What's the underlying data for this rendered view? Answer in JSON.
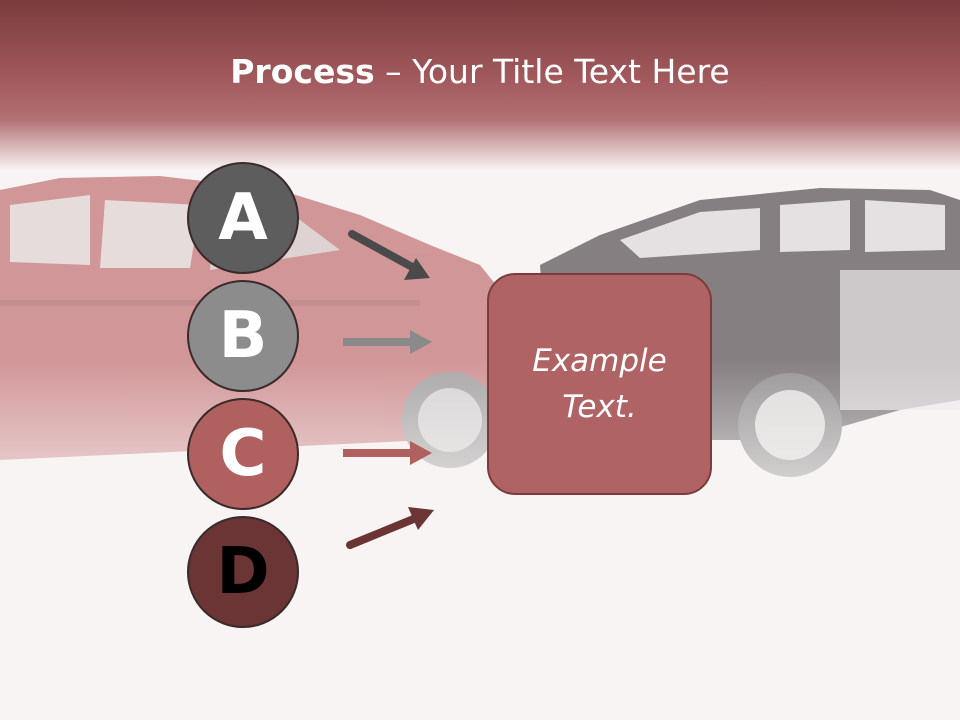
{
  "title": {
    "bold": "Process",
    "rest": " – Your Title Text Here"
  },
  "steps": [
    {
      "letter": "A",
      "color": "#5d5d5d"
    },
    {
      "letter": "B",
      "color": "#8c8c8c"
    },
    {
      "letter": "C",
      "color": "#b0605f"
    },
    {
      "letter": "D",
      "color": "#6b3535"
    }
  ],
  "box": {
    "text": "Example Text.",
    "color": "#b06365"
  },
  "colors": {
    "header": "#a0585b",
    "background": "#f8f4f4",
    "arrow_a": "#4a4a4a",
    "arrow_b": "#8a8a8a",
    "arrow_c": "#b0605f",
    "arrow_d": "#6b3535"
  },
  "background_image": "car-crash-photo"
}
